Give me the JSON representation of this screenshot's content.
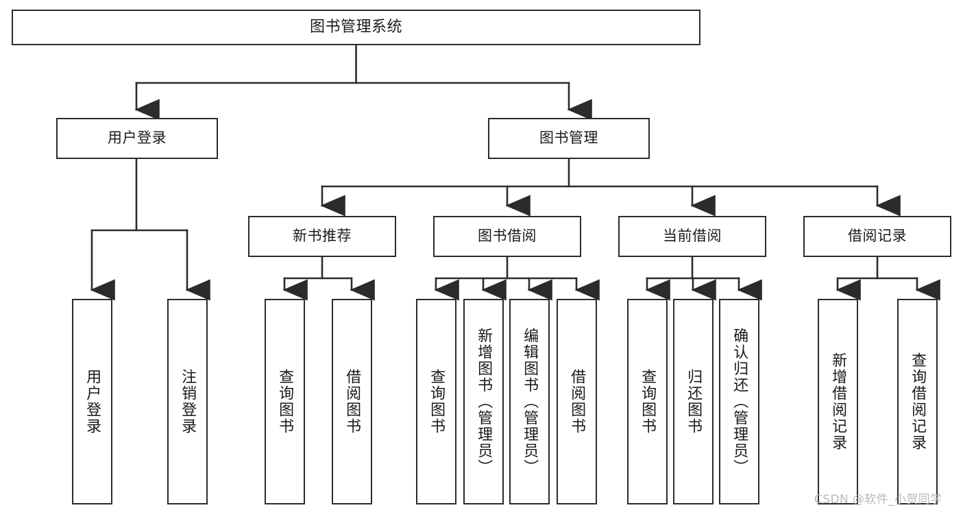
{
  "diagram": {
    "type": "tree-hierarchy-chart",
    "title": "图书管理系统",
    "watermark": "CSDN @软件_小贺同学",
    "colors": {
      "stroke": "#2b2b2b",
      "fill": "#ffffff",
      "text": "#1a1a1a",
      "watermark": "#b9b9b9"
    },
    "nodes": {
      "root": {
        "label": "图书管理系统"
      },
      "level2": [
        {
          "id": "user-login",
          "label": "用户登录"
        },
        {
          "id": "book-management",
          "label": "图书管理"
        }
      ],
      "level3": [
        {
          "id": "new-book-recommend",
          "label": "新书推荐"
        },
        {
          "id": "book-borrow",
          "label": "图书借阅"
        },
        {
          "id": "current-borrow",
          "label": "当前借阅"
        },
        {
          "id": "borrow-record",
          "label": "借阅记录"
        }
      ],
      "leaves": {
        "user-login": [
          {
            "id": "leaf-user-login",
            "label": "用户登录"
          },
          {
            "id": "leaf-logout-login",
            "label": "注销登录"
          }
        ],
        "new-book-recommend": [
          {
            "id": "leaf-query-book-1",
            "label": "查询图书"
          },
          {
            "id": "leaf-borrow-book-1",
            "label": "借阅图书"
          }
        ],
        "book-borrow": [
          {
            "id": "leaf-query-book-2",
            "label": "查询图书"
          },
          {
            "id": "leaf-add-book",
            "label": "新增图书（管理员）"
          },
          {
            "id": "leaf-edit-book",
            "label": "编辑图书（管理员）"
          },
          {
            "id": "leaf-borrow-book-2",
            "label": "借阅图书"
          }
        ],
        "current-borrow": [
          {
            "id": "leaf-query-book-3",
            "label": "查询图书"
          },
          {
            "id": "leaf-return-book",
            "label": "归还图书"
          },
          {
            "id": "leaf-confirm-return",
            "label": "确认归还（管理员）"
          }
        ],
        "borrow-record": [
          {
            "id": "leaf-add-record",
            "label": "新增借阅记录"
          },
          {
            "id": "leaf-query-record",
            "label": "查询借阅记录"
          }
        ]
      }
    }
  }
}
